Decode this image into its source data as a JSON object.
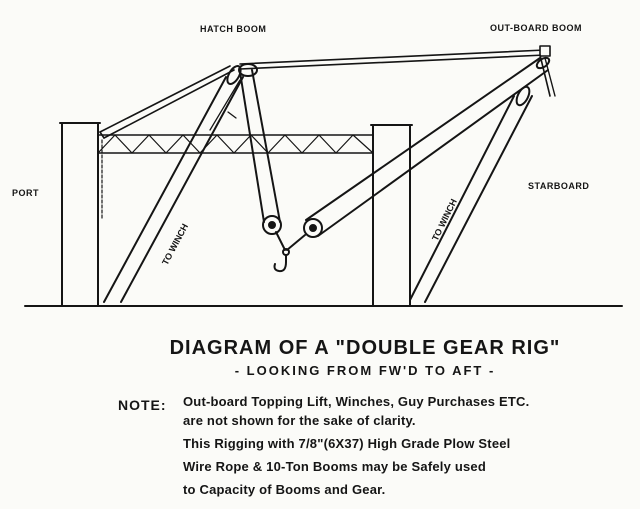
{
  "labels": {
    "hatch_boom": "HATCH BOOM",
    "outboard_boom": "OUT-BOARD BOOM",
    "port": "PORT",
    "starboard": "STARBOARD",
    "to_winch_left": "TO WINCH",
    "to_winch_right": "TO WINCH"
  },
  "caption": {
    "title": "DIAGRAM OF A \"DOUBLE GEAR RIG\"",
    "subtitle": "- LOOKING FROM FW'D TO AFT -"
  },
  "note": {
    "label": "NOTE:",
    "lines": [
      "Out-board Topping Lift, Winches, Guy Purchases ETC.",
      "are not shown for the sake of clarity.",
      "This Rigging with 7/8\"(6X37) High Grade Plow Steel",
      "Wire Rope & 10-Ton Booms may be Safely used",
      "to Capacity of Booms and Gear."
    ]
  },
  "colors": {
    "ink": "#151515",
    "paper": "#fbfbf8"
  }
}
